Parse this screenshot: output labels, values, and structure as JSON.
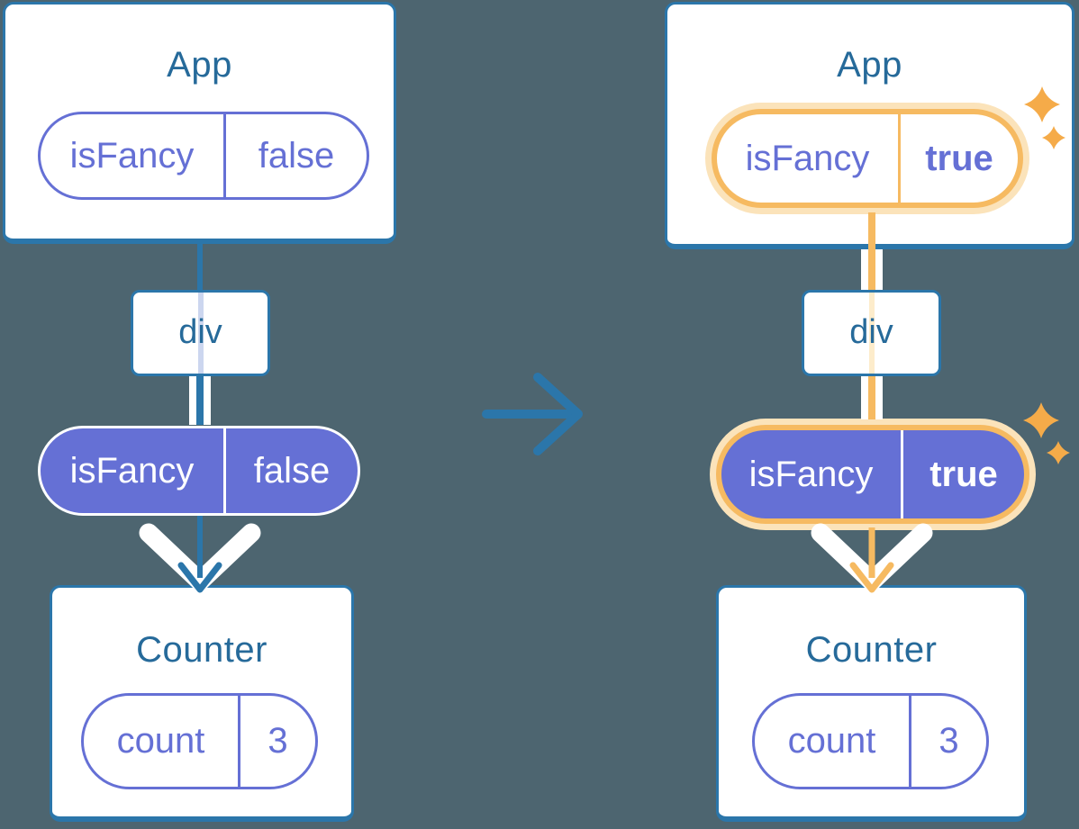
{
  "colors": {
    "background": "#4d6570",
    "blue": "#2b76aa",
    "title": "#266a9a",
    "purple": "#6570d5",
    "lavender": "#ccd6ef",
    "orange": "#f6ba61",
    "orange_glow": "#fbe3ba",
    "orange_pale": "#fdeccb",
    "sparkle": "#f5ab49",
    "white": "#ffffff"
  },
  "icons": {
    "transition_arrow": "right-arrow",
    "pass_arrow": "down-arrow",
    "sparkle": "four-point-star"
  },
  "left_tree": {
    "app": {
      "title": "App",
      "prop": {
        "name": "isFancy",
        "value": "false"
      }
    },
    "div_label": "div",
    "passed_prop": {
      "name": "isFancy",
      "value": "false"
    },
    "counter": {
      "title": "Counter",
      "state": {
        "name": "count",
        "value": "3"
      }
    }
  },
  "right_tree": {
    "app": {
      "title": "App",
      "prop": {
        "name": "isFancy",
        "value": "true"
      }
    },
    "div_label": "div",
    "passed_prop": {
      "name": "isFancy",
      "value": "true"
    },
    "counter": {
      "title": "Counter",
      "state": {
        "name": "count",
        "value": "3"
      }
    }
  }
}
